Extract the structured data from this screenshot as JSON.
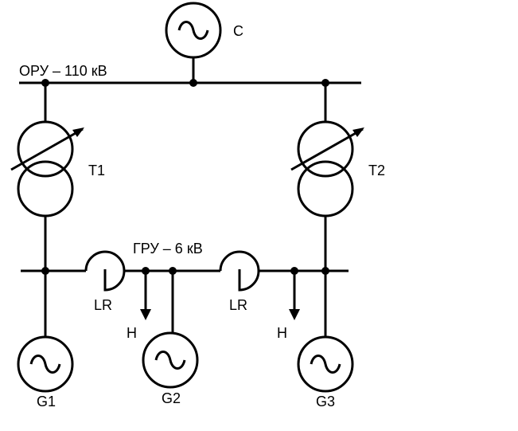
{
  "labels": {
    "high_bus": "ОРУ – 110 кВ",
    "low_bus": "ГРУ – 6 кВ",
    "system": "С",
    "t1": "Т1",
    "t2": "Т2",
    "reactor_left": "LR",
    "reactor_right": "LR",
    "load_left": "Н",
    "load_right": "Н",
    "g1": "G1",
    "g2": "G2",
    "g3": "G3"
  },
  "icons": {
    "generator": "sine-wave-circle",
    "transformer": "two-winding-transformer-with-tap-arrow",
    "reactor": "reactor-loop",
    "load": "down-arrow",
    "junction": "filled-dot"
  },
  "colors": {
    "line": "#000000",
    "background": "#ffffff"
  }
}
